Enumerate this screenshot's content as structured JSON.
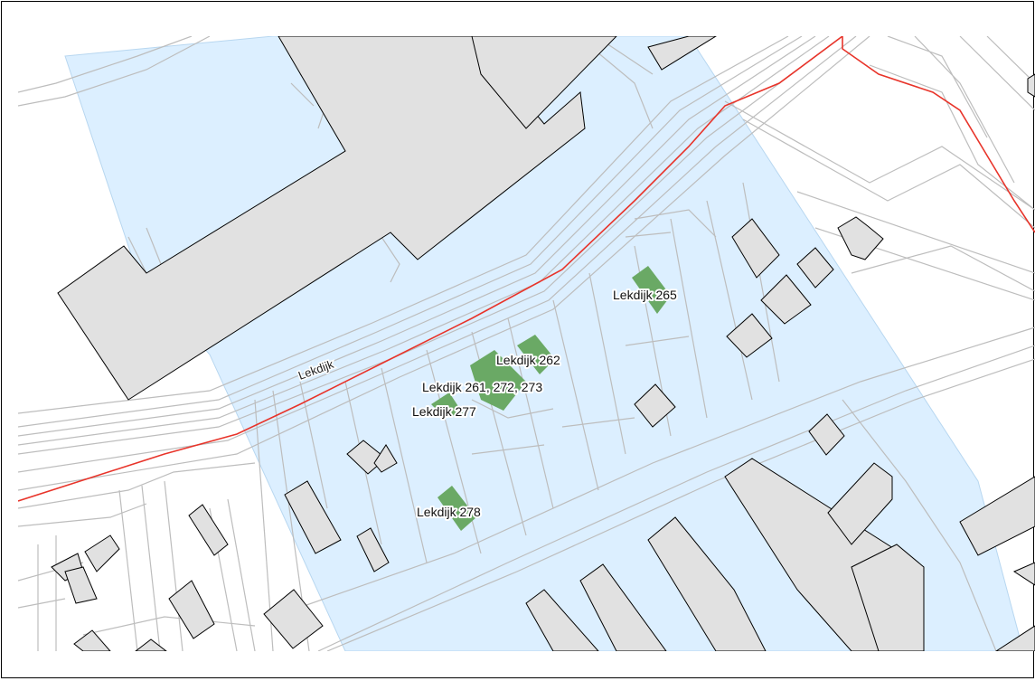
{
  "map": {
    "street_name": "Lekdijk",
    "parcel_labels": [
      "Lekdijk 265",
      "Lekdijk 262",
      "Lekdijk 261, 272, 273",
      "Lekdijk 277",
      "Lekdijk 278"
    ],
    "colors": {
      "study_area_fill": "#dcefff",
      "study_area_stroke": "#b8d7f0",
      "building_fill": "#e1e1e1",
      "building_stroke": "#000000",
      "highlight_parcel": "#6aa965",
      "boundary_line": "#e8342a",
      "base_lines": "#bdbdbd"
    }
  }
}
